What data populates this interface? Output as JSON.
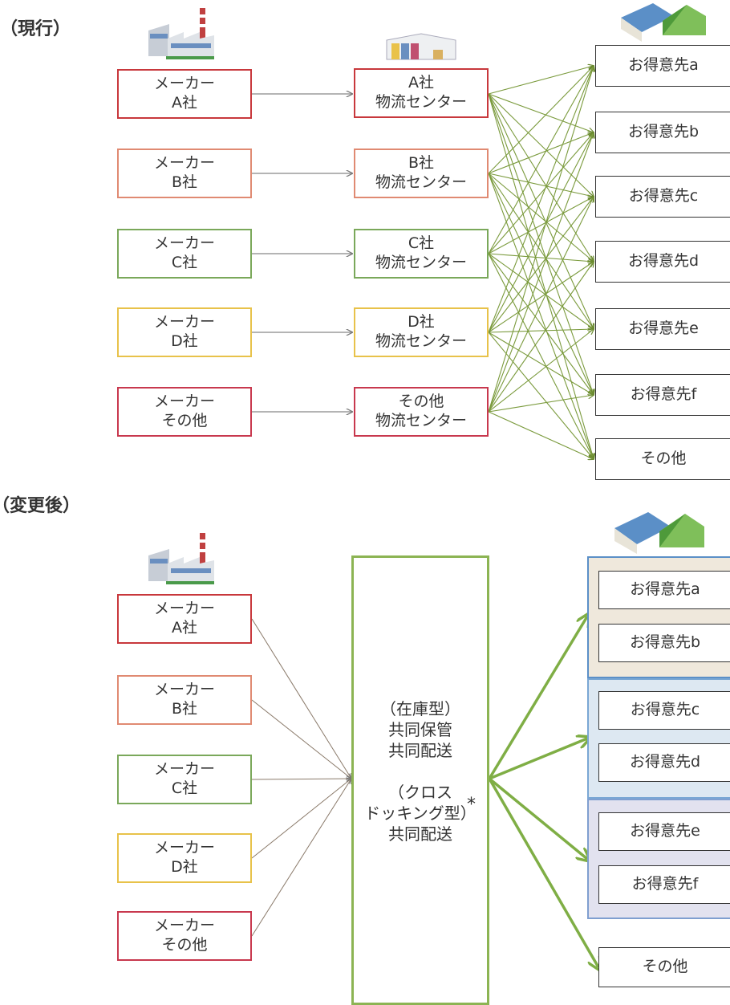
{
  "current": {
    "title": "（現行）",
    "makers": [
      {
        "label": "メーカー\nA社",
        "color": "#c8383c"
      },
      {
        "label": "メーカー\nB社",
        "color": "#e08a72"
      },
      {
        "label": "メーカー\nC社",
        "color": "#7aa85a"
      },
      {
        "label": "メーカー\nD社",
        "color": "#e8c24a"
      },
      {
        "label": "メーカー\nその他",
        "color": "#c8384e"
      }
    ],
    "centers": [
      {
        "label": "A社\n物流センター",
        "color": "#c8383c"
      },
      {
        "label": "B社\n物流センター",
        "color": "#e08a72"
      },
      {
        "label": "C社\n物流センター",
        "color": "#7aa85a"
      },
      {
        "label": "D社\n物流センター",
        "color": "#e8c24a"
      },
      {
        "label": "その他\n物流センター",
        "color": "#c8384e"
      }
    ],
    "customers": [
      "お得意先a",
      "お得意先b",
      "お得意先c",
      "お得意先d",
      "お得意先e",
      "お得意先f",
      "その他"
    ]
  },
  "after": {
    "title": "（変更後）",
    "makers": [
      {
        "label": "メーカー\nA社",
        "color": "#c8383c"
      },
      {
        "label": "メーカー\nB社",
        "color": "#e08a72"
      },
      {
        "label": "メーカー\nC社",
        "color": "#7aa85a"
      },
      {
        "label": "メーカー\nD社",
        "color": "#e8c24a"
      },
      {
        "label": "メーカー\nその他",
        "color": "#c8384e"
      }
    ],
    "center_text": "（在庫型）\n共同保管\n共同配送\n\n（クロス\nドッキング型）\n共同配送",
    "star": "*",
    "groups": [
      {
        "customers": [
          "お得意先a",
          "お得意先b"
        ],
        "fill": "#efe8dc",
        "border": "#5b8fc7"
      },
      {
        "customers": [
          "お得意先c",
          "お得意先d"
        ],
        "fill": "#dde8f2",
        "border": "#7aa7d4"
      },
      {
        "customers": [
          "お得意先e",
          "お得意先f"
        ],
        "fill": "#e2e2ef",
        "border": "#7f9fd0"
      }
    ],
    "other_customer": "その他"
  },
  "colors": {
    "arrow_green": "#7a9a3c",
    "thick_arrow": "#7fae45",
    "thin_line": "#8a8a8a"
  },
  "icons": [
    "factory-icon",
    "warehouse-icon",
    "store-icon"
  ]
}
